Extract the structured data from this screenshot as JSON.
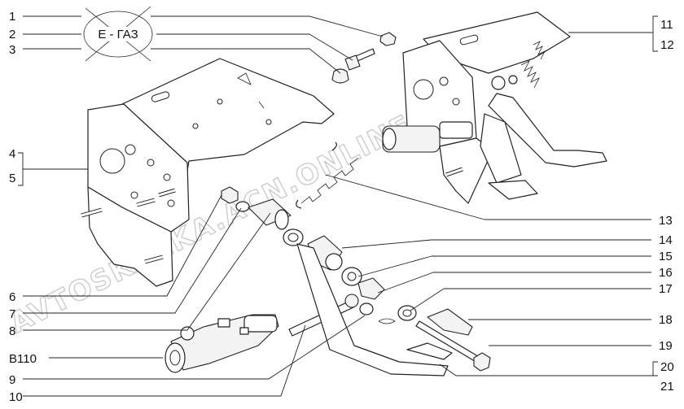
{
  "callouts": {
    "c1": "1",
    "c2": "2",
    "c3": "3",
    "c4": "4",
    "c5": "5",
    "c6": "6",
    "c7": "7",
    "c8": "8",
    "c9": "9",
    "c10": "10",
    "c11": "11",
    "c12": "12",
    "c13": "13",
    "c14": "14",
    "c15": "15",
    "c16": "16",
    "c17": "17",
    "c18": "18",
    "c19": "19",
    "c20": "20",
    "c21": "21",
    "b110": "B110"
  },
  "oval_label": "Е - ГАЗ",
  "watermark": "AVTOSKAZKA.ACN.ONLINE"
}
